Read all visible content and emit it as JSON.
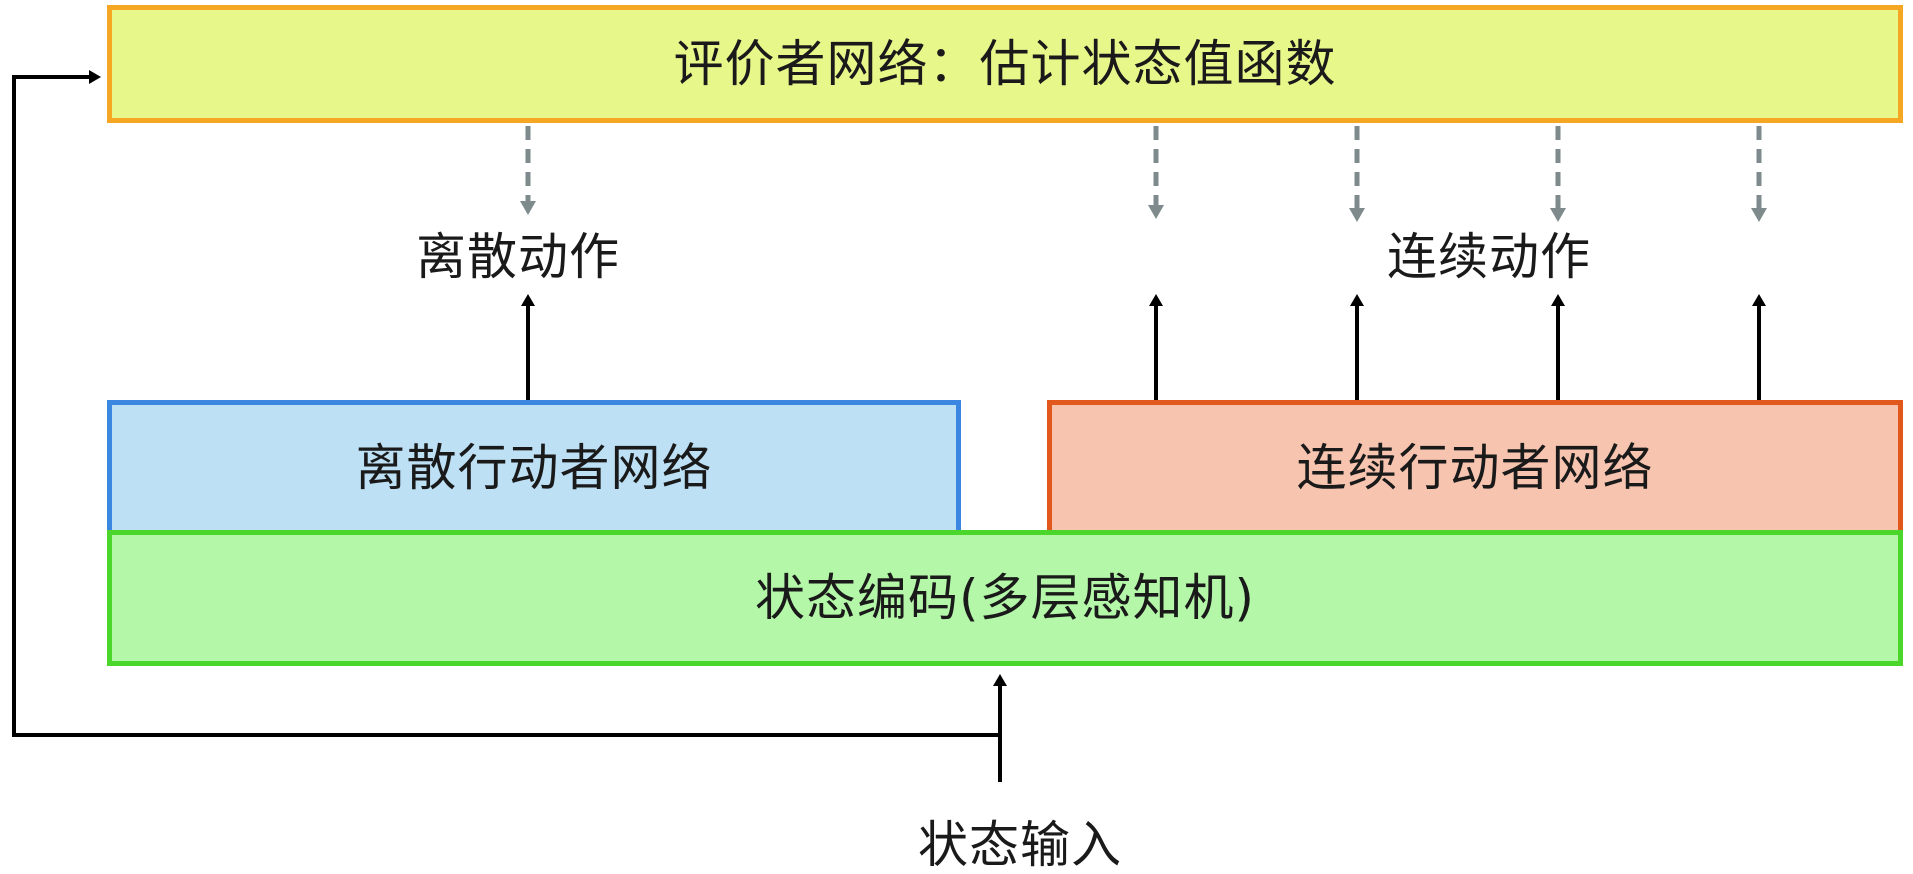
{
  "critic": {
    "label": "评价者网络：估计状态值函数"
  },
  "discrete_actor": {
    "label": "离散行动者网络"
  },
  "continuous_actor": {
    "label": "连续行动者网络"
  },
  "state_encoder": {
    "label": "状态编码(多层感知机)"
  },
  "outputs": {
    "discrete_action": "离散动作",
    "continuous_action": "连续动作"
  },
  "input": {
    "label": "状态输入"
  },
  "colors": {
    "critic_fill": "#e8f78a",
    "critic_border": "#f5a623",
    "discrete_fill": "#bde0f5",
    "discrete_border": "#3a86e0",
    "continuous_fill": "#f7c4b0",
    "continuous_border": "#e2571b",
    "encoder_fill": "#b4f7a8",
    "encoder_border": "#4ad62a",
    "dashed_arrow": "#7f8a8c",
    "solid_arrow": "#000000"
  }
}
